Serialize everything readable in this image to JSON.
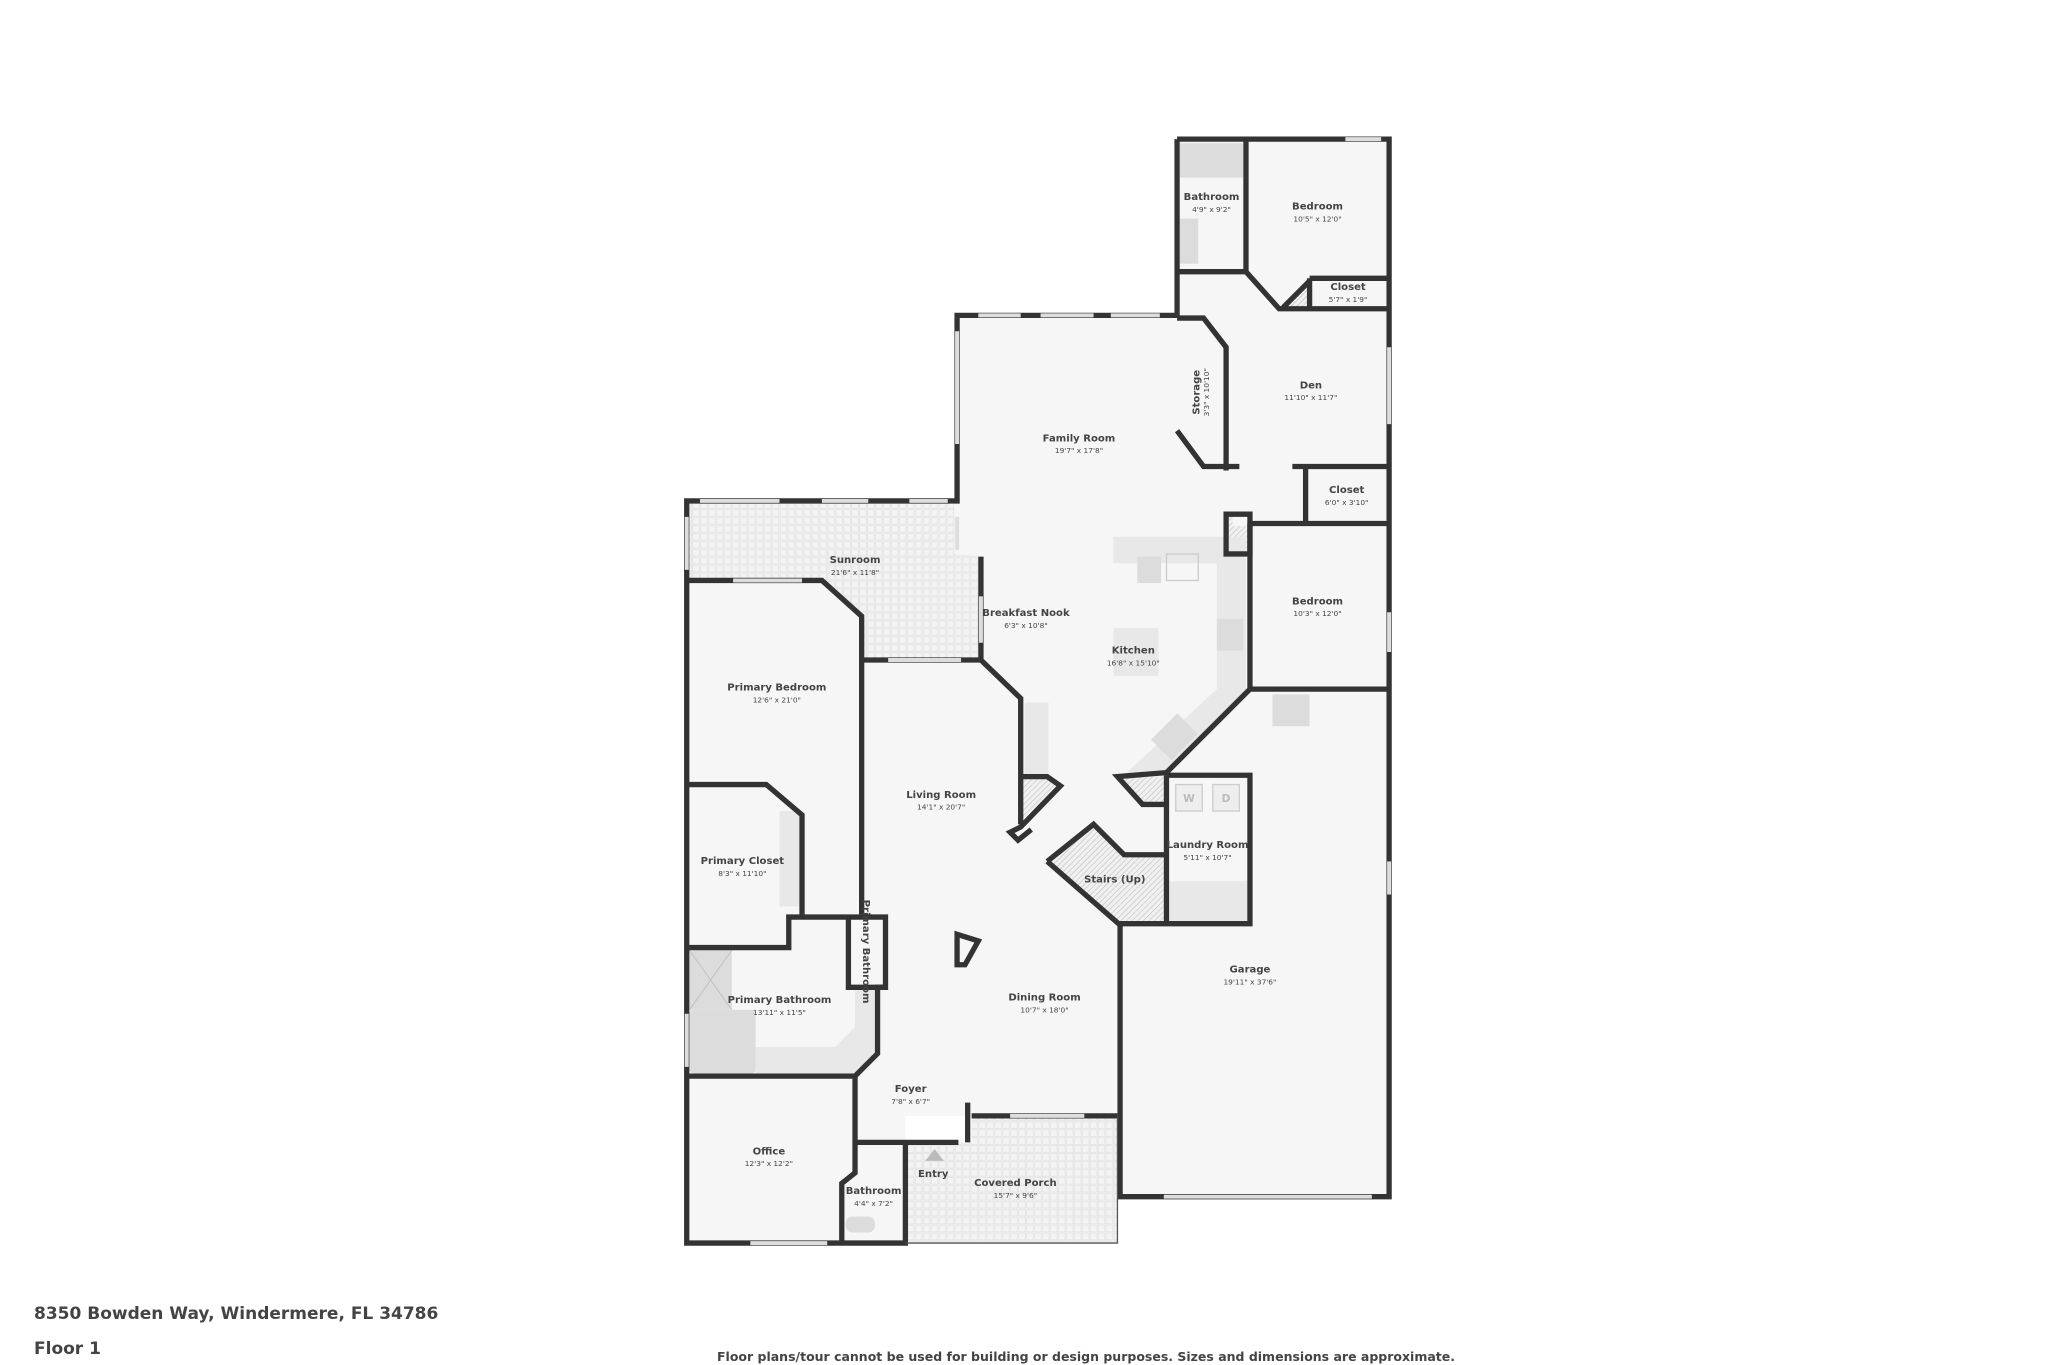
{
  "colors": {
    "wall": "#333333",
    "floor": "#f6f6f6",
    "fixture": "#dcdcdc",
    "text": "#444444"
  },
  "rooms": [
    {
      "name": "Bathroom",
      "dims": "4'9\" x 9'2\""
    },
    {
      "name": "Bedroom",
      "dims": "10'5\" x 12'0\""
    },
    {
      "name": "Closet",
      "dims": "5'7\" x 1'9\""
    },
    {
      "name": "Storage",
      "dims": "3'3\" x 10'10\""
    },
    {
      "name": "Den",
      "dims": "11'10\" x 11'7\""
    },
    {
      "name": "Family Room",
      "dims": "19'7\" x 17'8\""
    },
    {
      "name": "Closet",
      "dims": "6'0\" x 3'10\""
    },
    {
      "name": "Sunroom",
      "dims": "21'6\" x 11'8\""
    },
    {
      "name": "Breakfast Nook",
      "dims": "6'3\" x 10'8\""
    },
    {
      "name": "Kitchen",
      "dims": "16'8\" x 15'10\""
    },
    {
      "name": "Bedroom",
      "dims": "10'3\" x 12'0\""
    },
    {
      "name": "Primary Bedroom",
      "dims": "12'6\" x 21'0\""
    },
    {
      "name": "Living Room",
      "dims": "14'1\" x 20'7\""
    },
    {
      "name": "Primary Closet",
      "dims": "8'3\" x 11'10\""
    },
    {
      "name": "Laundry Room",
      "dims": "5'11\" x 10'7\""
    },
    {
      "name": "Stairs (Up)"
    },
    {
      "name": "Primary Bathroom"
    },
    {
      "name": "Garage",
      "dims": "19'11\" x 37'6\""
    },
    {
      "name": "Primary Bathroom",
      "dims": "13'11\" x 11'5\""
    },
    {
      "name": "Dining Room",
      "dims": "10'7\" x 18'0\""
    },
    {
      "name": "Foyer",
      "dims": "7'8\" x 6'7\""
    },
    {
      "name": "Office",
      "dims": "12'3\" x 12'2\""
    },
    {
      "name": "Covered Porch",
      "dims": "15'7\" x 9'6\""
    },
    {
      "name": "Entry"
    },
    {
      "name": "Bathroom",
      "dims": "4'4\" x 7'2\""
    }
  ],
  "appliances": {
    "washer": "W",
    "dryer": "D"
  },
  "footer": {
    "address": "8350 Bowden Way, Windermere, FL 34786",
    "floor": "Floor 1",
    "disclaimer": "Floor plans/tour cannot be used for building or design purposes. Sizes and dimensions are approximate."
  }
}
